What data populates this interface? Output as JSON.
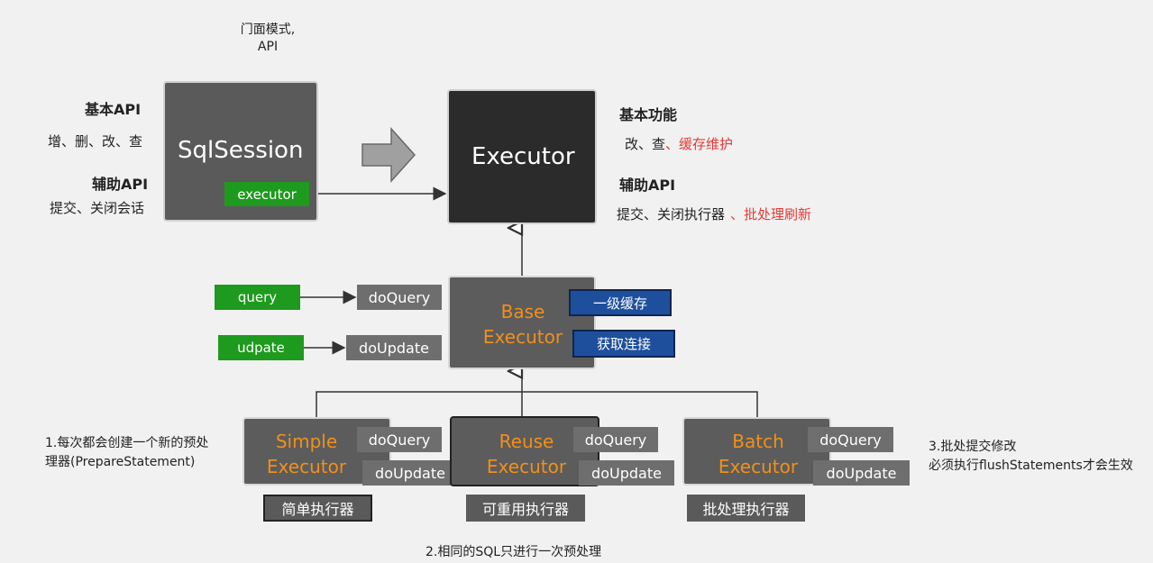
{
  "facade": {
    "line1": "门面模式,",
    "line2": "API"
  },
  "left_notes": {
    "basic_api": "基本API",
    "crud": "增、删、改、查",
    "aux_api": "辅助API",
    "commit_close": "提交、关闭会话"
  },
  "sqlsession": {
    "title": "SqlSession",
    "executor_tag": "executor"
  },
  "executor": {
    "title": "Executor"
  },
  "right_notes": {
    "basic_function": "基本功能",
    "update_query": "改、查",
    "cache_maintain": "、缓存维护",
    "aux_api": "辅助API",
    "commit_close_exec": "提交、关闭执行器",
    "batch_flush": "、批处理刷新"
  },
  "base_executor": {
    "line1": "Base",
    "line2": "Executor",
    "first_level_cache": "一级缓存",
    "get_connection": "获取连接"
  },
  "entry_points": {
    "query": "query",
    "do_query": "doQuery",
    "update": "udpate",
    "do_update": "doUpdate"
  },
  "subclasses": [
    {
      "line1": "Simple",
      "line2": "Executor",
      "do_query": "doQuery",
      "do_update": "doUpdate",
      "label": "简单执行器"
    },
    {
      "line1": "Reuse",
      "line2": "Executor",
      "do_query": "doQuery",
      "do_update": "doUpdate",
      "label": "可重用执行器"
    },
    {
      "line1": "Batch",
      "line2": "Executor",
      "do_query": "doQuery",
      "do_update": "doUpdate",
      "label": "批处理执行器"
    }
  ],
  "notes": {
    "simple_1": "1.每次都会创建一个新的预处",
    "simple_2": "理器(PrepareStatement)",
    "reuse": "2.相同的SQL只进行一次预处理",
    "batch_1": "3.批处提交修改",
    "batch_2": "必须执行flushStatements才会生效"
  }
}
